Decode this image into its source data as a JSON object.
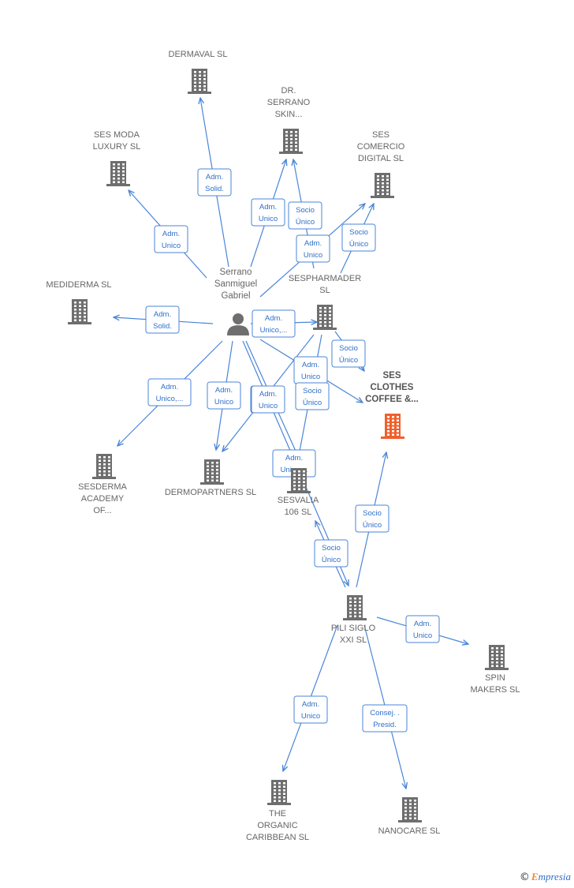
{
  "colors": {
    "edge": "#4a86d8",
    "building": "#6e6e6e",
    "building_focus": "#f0602c",
    "person": "#6e6e6e"
  },
  "person": {
    "label_lines": [
      "Serrano",
      "Sanmiguel",
      "Gabriel"
    ],
    "icon": "person-icon"
  },
  "companies": [
    {
      "id": "dermaval",
      "label_lines": [
        "DERMAVAL SL"
      ],
      "icon": "building-icon"
    },
    {
      "id": "dr_serrano",
      "label_lines": [
        "DR.",
        "SERRANO",
        "SKIN..."
      ],
      "icon": "building-icon"
    },
    {
      "id": "ses_moda",
      "label_lines": [
        "SES MODA",
        "LUXURY  SL"
      ],
      "icon": "building-icon"
    },
    {
      "id": "ses_comercio",
      "label_lines": [
        "SES",
        "COMERCIO",
        "DIGITAL  SL"
      ],
      "icon": "building-icon"
    },
    {
      "id": "mediderma",
      "label_lines": [
        "MEDIDERMA SL"
      ],
      "icon": "building-icon"
    },
    {
      "id": "sespharmader",
      "label_lines": [
        "SESPHARMADER",
        "SL"
      ],
      "icon": "building-icon"
    },
    {
      "id": "ses_clothes",
      "label_lines": [
        "SES",
        "CLOTHES",
        "COFFEE &..."
      ],
      "icon": "building-icon",
      "highlight": true
    },
    {
      "id": "sesderma",
      "label_lines": [
        "SESDERMA",
        "ACADEMY",
        "OF..."
      ],
      "icon": "building-icon"
    },
    {
      "id": "dermopartners",
      "label_lines": [
        "DERMOPARTNERS SL"
      ],
      "icon": "building-icon"
    },
    {
      "id": "sesvalia",
      "label_lines": [
        "SESVALIA",
        "106  SL"
      ],
      "icon": "building-icon"
    },
    {
      "id": "pili",
      "label_lines": [
        "PILI SIGLO",
        "XXI SL"
      ],
      "icon": "building-icon"
    },
    {
      "id": "spin",
      "label_lines": [
        "SPIN",
        "MAKERS  SL"
      ],
      "icon": "building-icon"
    },
    {
      "id": "organic",
      "label_lines": [
        "THE",
        "ORGANIC",
        "CARIBBEAN  SL"
      ],
      "icon": "building-icon"
    },
    {
      "id": "nanocare",
      "label_lines": [
        "NANOCARE SL"
      ],
      "icon": "building-icon"
    }
  ],
  "relations": [
    {
      "from": "person",
      "to": "dermaval",
      "label_lines": [
        "Adm.",
        "Solid."
      ]
    },
    {
      "from": "person",
      "to": "ses_moda",
      "label_lines": [
        "Adm.",
        "Unico"
      ]
    },
    {
      "from": "person",
      "to": "dr_serrano",
      "label_lines": [
        "Adm.",
        "Unico"
      ]
    },
    {
      "from": "sespharmader",
      "to": "dr_serrano",
      "label_lines": [
        "Socio",
        "Único"
      ]
    },
    {
      "from": "person",
      "to": "ses_comercio",
      "label_lines": [
        "Adm.",
        "Unico"
      ]
    },
    {
      "from": "sespharmader",
      "to": "ses_comercio",
      "label_lines": [
        "Socio",
        "Único"
      ]
    },
    {
      "from": "person",
      "to": "mediderma",
      "label_lines": [
        "Adm.",
        "Solid."
      ]
    },
    {
      "from": "person",
      "to": "sespharmader",
      "label_lines": [
        "Adm.",
        "Unico,..."
      ]
    },
    {
      "from": "sespharmader",
      "to": "ses_clothes",
      "label_lines": [
        "Socio",
        "Único"
      ]
    },
    {
      "from": "person",
      "to": "ses_clothes",
      "label_lines": [
        "Adm.",
        "Unico"
      ]
    },
    {
      "from": "person",
      "to": "sesderma",
      "label_lines": [
        "Adm.",
        "Unico,..."
      ]
    },
    {
      "from": "person",
      "to": "dermopartners",
      "label_lines": [
        "Adm.",
        "Unico"
      ]
    },
    {
      "from": "sespharmader",
      "to": "dermopartners",
      "label_lines": [
        "Socio",
        "Único"
      ]
    },
    {
      "from": "person",
      "to": "sesvalia",
      "label_lines": [
        "Adm.",
        "Unico"
      ]
    },
    {
      "from": "sespharmader",
      "to": "sesvalia",
      "label_lines": [
        "Socio",
        "Único"
      ]
    },
    {
      "from": "person",
      "to": "pili",
      "label_lines": [
        "Adm.",
        "Unico,..."
      ]
    },
    {
      "from": "pili",
      "to": "sesvalia",
      "label_lines": [
        "Socio",
        "Único"
      ]
    },
    {
      "from": "pili",
      "to": "ses_clothes",
      "label_lines": [
        "Socio",
        "Único"
      ]
    },
    {
      "from": "pili",
      "to": "spin",
      "label_lines": [
        "Adm.",
        "Unico"
      ]
    },
    {
      "from": "pili",
      "to": "organic",
      "label_lines": [
        "Adm.",
        "Unico"
      ]
    },
    {
      "from": "pili",
      "to": "nanocare",
      "label_lines": [
        "Consej. .",
        "Presid."
      ]
    }
  ],
  "brand": {
    "copyright": "©",
    "initial": "E",
    "rest": "mpresia"
  }
}
